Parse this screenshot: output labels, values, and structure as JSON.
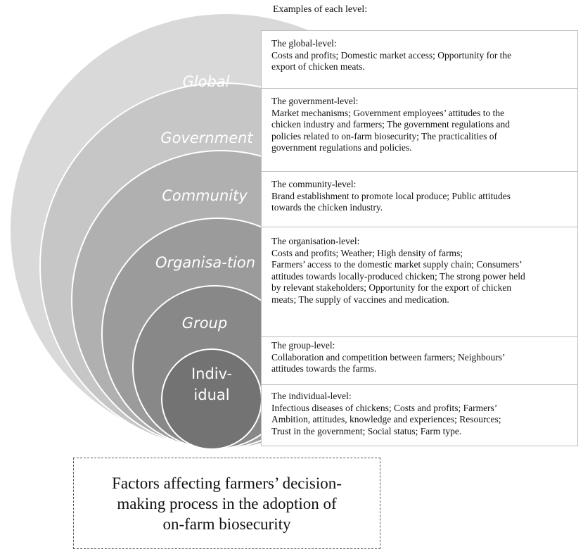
{
  "examples_heading": "Examples of each level:",
  "levels": [
    {
      "key": "global",
      "label": "Global",
      "fill": "#d9d9d9"
    },
    {
      "key": "government",
      "label": "Government",
      "fill": "#c6c6c6"
    },
    {
      "key": "community",
      "label": "Community",
      "fill": "#b0b0b0"
    },
    {
      "key": "organisation",
      "label": "Organisa-tion",
      "fill": "#9b9b9b"
    },
    {
      "key": "group",
      "label": "Group",
      "fill": "#888888"
    },
    {
      "key": "individual",
      "label_lines": [
        "Indiv-",
        "idual"
      ],
      "fill": "#737373"
    }
  ],
  "boxes": [
    {
      "title": "The global-level:",
      "lines": [
        "Costs and profits; Domestic market access; Opportunity for the",
        "export of chicken meats."
      ]
    },
    {
      "title": "The government-level:",
      "lines": [
        "Market mechanisms; Government employees’ attitudes to the",
        "chicken industry and farmers; The government regulations and",
        "policies related to on-farm biosecurity; The practicalities of",
        "government regulations and policies."
      ]
    },
    {
      "title": "The community-level:",
      "lines": [
        "Brand establishment to promote local produce; Public attitudes",
        "towards the chicken industry."
      ]
    },
    {
      "title": "The organisation-level:",
      "lines": [
        "Costs and profits; Weather; High density of farms;",
        "Farmers’ access to the domestic market supply chain; Consumers’",
        "attitudes towards locally-produced chicken; The strong power held",
        "by relevant stakeholders; Opportunity for the export of chicken",
        "meats; The supply of vaccines and medication."
      ]
    },
    {
      "title": "The group-level:",
      "lines": [
        "Collaboration and competition between farmers; Neighbours’",
        " attitudes towards the farms."
      ]
    },
    {
      "title": "The individual-level:",
      "lines": [
        "Infectious diseases of chickens; Costs and profits; Farmers’",
        "Ambition, attitudes, knowledge and experiences; Resources;",
        "Trust in the government; Social status; Farm type."
      ]
    }
  ],
  "caption_lines": [
    "Factors affecting farmers’ decision-",
    "making process in the adoption of",
    "on-farm biosecurity"
  ]
}
